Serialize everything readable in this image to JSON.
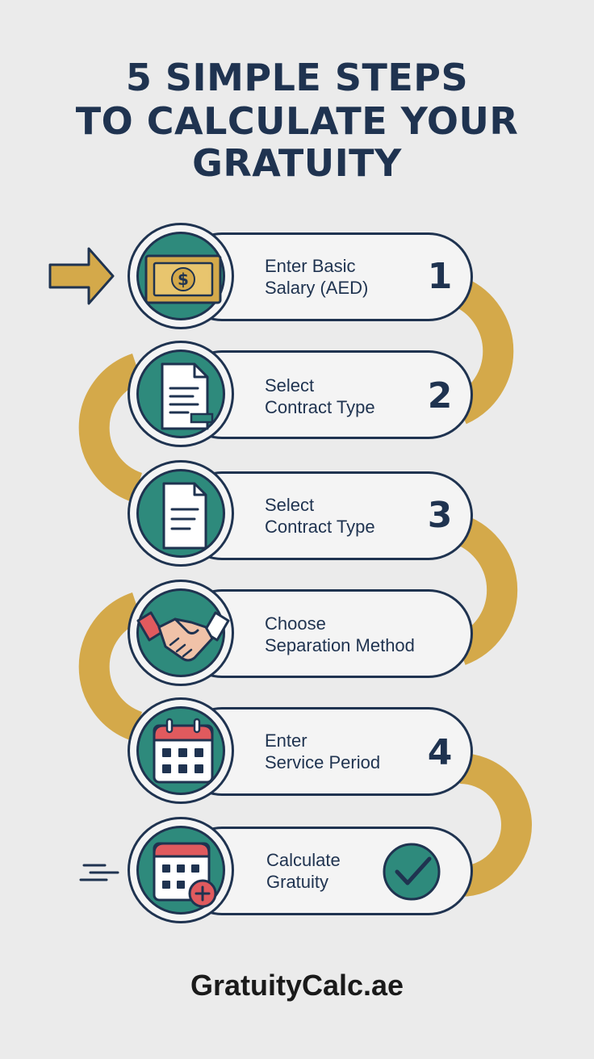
{
  "title": {
    "line1": "5 SIMPLE STEPS",
    "line2": "TO CALCULATE YOUR",
    "line3": "GRATUITY"
  },
  "steps": [
    {
      "line1": "Enter Basic",
      "line2": "Salary (AED)",
      "number": "1",
      "icon": "dollar-bill-icon"
    },
    {
      "line1": "Select",
      "line2": "Contract Type",
      "number": "2",
      "icon": "document-icon"
    },
    {
      "line1": "Select",
      "line2": "Contract Type",
      "number": "3",
      "icon": "document-icon"
    },
    {
      "line1": "Choose",
      "line2": "Separation Method",
      "number": "",
      "icon": "handshake-icon"
    },
    {
      "line1": "Enter",
      "line2": "Service Period",
      "number": "4",
      "icon": "calendar-icon"
    },
    {
      "line1": "Calculate",
      "line2": "Gratuity",
      "number": "",
      "icon": "calendar-plus-icon",
      "end_icon": "checkmark-icon"
    }
  ],
  "footer": "GratuityCalc.ae",
  "colors": {
    "navy": "#1f3350",
    "teal": "#2e8a7c",
    "gold": "#d4a94a",
    "red": "#e05a5e",
    "background": "#ebebeb"
  }
}
